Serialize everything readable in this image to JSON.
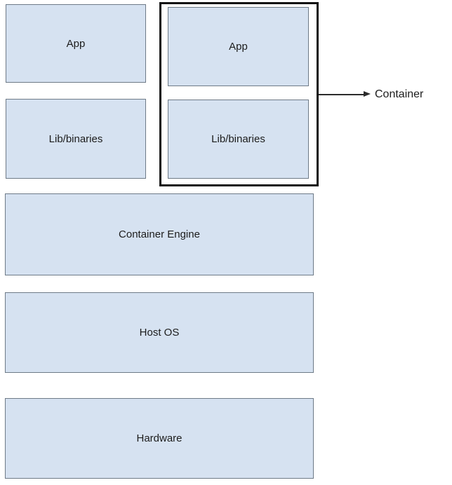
{
  "diagram": {
    "type": "container-architecture-stack",
    "boxes": {
      "left_app": "App",
      "left_lib": "Lib/binaries",
      "right_app": "App",
      "right_lib": "Lib/binaries",
      "container_engine": "Container Engine",
      "host_os": "Host OS",
      "hardware": "Hardware"
    },
    "annotation": {
      "container_label": "Container"
    },
    "colors": {
      "box_fill": "#d6e2f1",
      "box_border": "#6e7a87",
      "container_outline": "#111111",
      "arrow": "#2b2b2b",
      "text": "#1c1c1c",
      "background": "#ffffff"
    }
  }
}
